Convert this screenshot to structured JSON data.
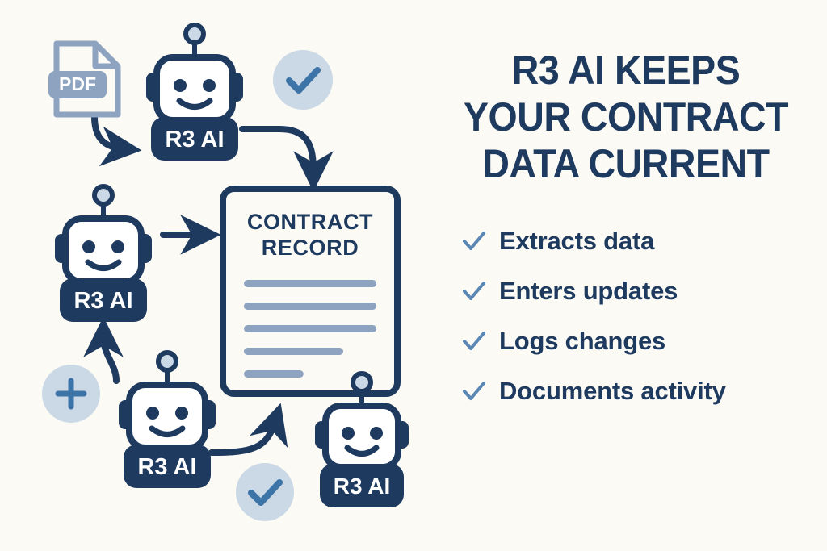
{
  "background_color": "#fbfaf5",
  "colors": {
    "navy": "#1e3a5f",
    "slate_blue": "#8da3c0",
    "badge_bg": "#cbd8e6",
    "badge_check": "#3d74a8",
    "bullet_check": "#5b87b5",
    "doc_line": "#8da3c0",
    "antenna_ball": "#cbd8e6",
    "white": "#ffffff"
  },
  "headline": {
    "line1": "R3 AI KEEPS",
    "line2": "YOUR CONTRACT",
    "line3": "DATA CURRENT"
  },
  "bullets": [
    {
      "icon": "check-icon",
      "label": "Extracts data"
    },
    {
      "icon": "check-icon",
      "label": "Enters updates"
    },
    {
      "icon": "check-icon",
      "label": "Logs changes"
    },
    {
      "icon": "check-icon",
      "label": "Documents activity"
    }
  ],
  "diagram": {
    "pdf_icon": {
      "icon": "pdf-file-icon",
      "label": "PDF"
    },
    "robots": [
      {
        "id": "robot-top",
        "label": "R3 AI"
      },
      {
        "id": "robot-middle-left",
        "label": "R3 AI"
      },
      {
        "id": "robot-bottom-left",
        "label": "R3 AI"
      },
      {
        "id": "robot-bottom-right",
        "label": "R3 AI"
      }
    ],
    "document": {
      "title_line1": "CONTRACT",
      "title_line2": "RECORD",
      "body_lines": [
        100,
        100,
        100,
        75,
        45
      ]
    },
    "badges": [
      {
        "id": "badge-check-top",
        "icon": "check-circle-icon"
      },
      {
        "id": "badge-plus-left",
        "icon": "plus-circle-icon"
      },
      {
        "id": "badge-check-bottom",
        "icon": "check-circle-icon"
      }
    ],
    "arrows": [
      {
        "id": "arrow-pdf-to-robot-top",
        "icon": "curved-arrow-icon"
      },
      {
        "id": "arrow-robot-top-to-document",
        "icon": "curved-arrow-icon"
      },
      {
        "id": "arrow-robot-middle-to-document",
        "icon": "straight-arrow-icon"
      },
      {
        "id": "arrow-robot-bottom-left-to-robot-middle",
        "icon": "curved-arrow-up-icon"
      },
      {
        "id": "arrow-robot-bottom-left-to-document",
        "icon": "curved-arrow-up-icon"
      }
    ]
  }
}
